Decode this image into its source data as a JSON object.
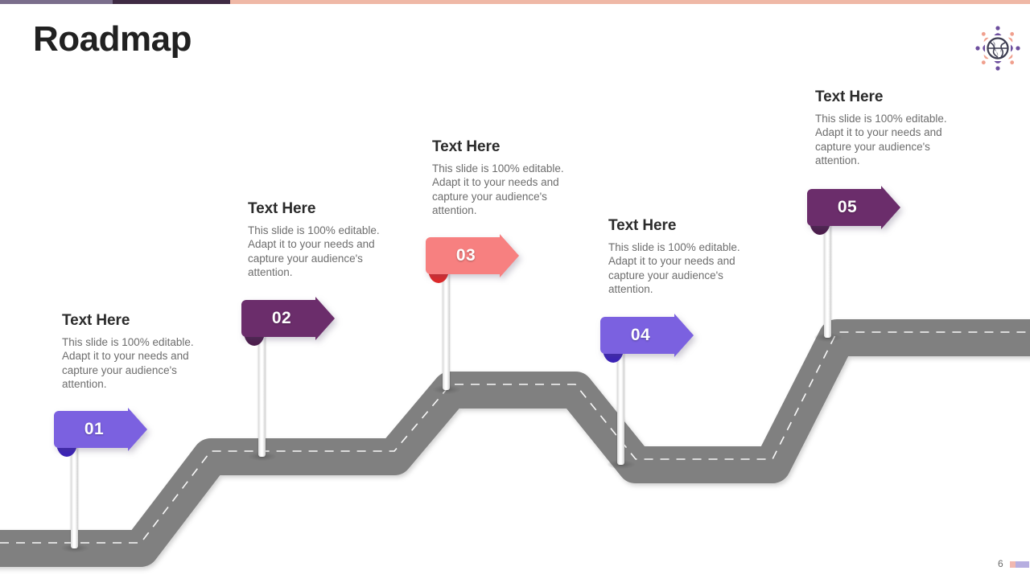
{
  "slide": {
    "title": "Roadmap",
    "page_number": "6"
  },
  "topbar": {
    "segment_1_color": "#7b6e8c",
    "segment_2_color": "#3f2b44",
    "segment_3_color": "#efb8a6"
  },
  "logo": {
    "name": "globe-people-logo",
    "globe_color": "#3b3b4f",
    "person_purple": "#6d4f9e",
    "person_salmon": "#f0a08e"
  },
  "road": {
    "color": "#808080",
    "dash_color": "#ffffff"
  },
  "body_text": "This slide is 100% editable. Adapt it to your needs and capture your audience's attention.",
  "milestones": [
    {
      "number": "01",
      "heading": "Text Here",
      "body": "This slide is 100% editable. Adapt it to your needs and capture your audience's attention.",
      "color": "#7b61e0",
      "tail_color": "#3a21b8"
    },
    {
      "number": "02",
      "heading": "Text Here",
      "body": "This slide is 100% editable. Adapt it to your needs and capture your audience's attention.",
      "color": "#6b2d6b",
      "tail_color": "#4b1b4b"
    },
    {
      "number": "03",
      "heading": "Text Here",
      "body": "This slide is 100% editable. Adapt it to your needs and capture your audience's attention.",
      "color": "#f78080",
      "tail_color": "#e02828"
    },
    {
      "number": "04",
      "heading": "Text Here",
      "body": "This slide is 100% editable. Adapt it to your needs and capture your audience's attention.",
      "color": "#7b61e0",
      "tail_color": "#3a21b8"
    },
    {
      "number": "05",
      "heading": "Text Here",
      "body": "This slide is 100% editable. Adapt it to your needs and capture your audience's attention.",
      "color": "#6b2d6b",
      "tail_color": "#4b1b4b"
    }
  ]
}
